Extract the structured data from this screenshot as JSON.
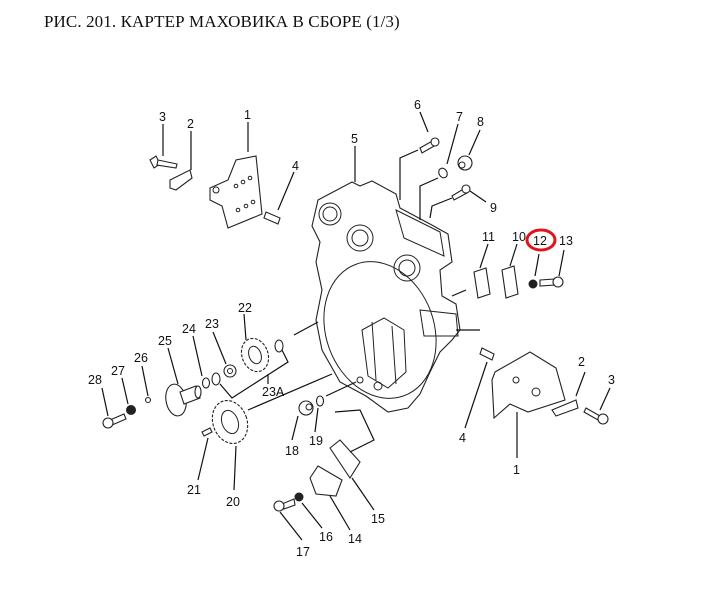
{
  "title": "РИС. 201. КАРТЕР МАХОВИКА В СБОРЕ (1/3)",
  "highlight": {
    "part": "12",
    "color": "#e0141b"
  },
  "callouts": {
    "p1_top": "1",
    "p2_top": "2",
    "p3_top": "3",
    "p4_top": "4",
    "p5": "5",
    "p6": "6",
    "p7": "7",
    "p8": "8",
    "p9": "9",
    "p10": "10",
    "p11": "11",
    "p12": "12",
    "p13": "13",
    "p1_bot": "1",
    "p2_bot": "2",
    "p3_bot": "3",
    "p4_bot": "4",
    "p14": "14",
    "p15": "15",
    "p16": "16",
    "p17": "17",
    "p18": "18",
    "p19": "19",
    "p20": "20",
    "p21": "21",
    "p22": "22",
    "p23": "23",
    "p23a": "23A",
    "p24": "24",
    "p25": "25",
    "p26": "26",
    "p27": "27",
    "p28": "28"
  }
}
